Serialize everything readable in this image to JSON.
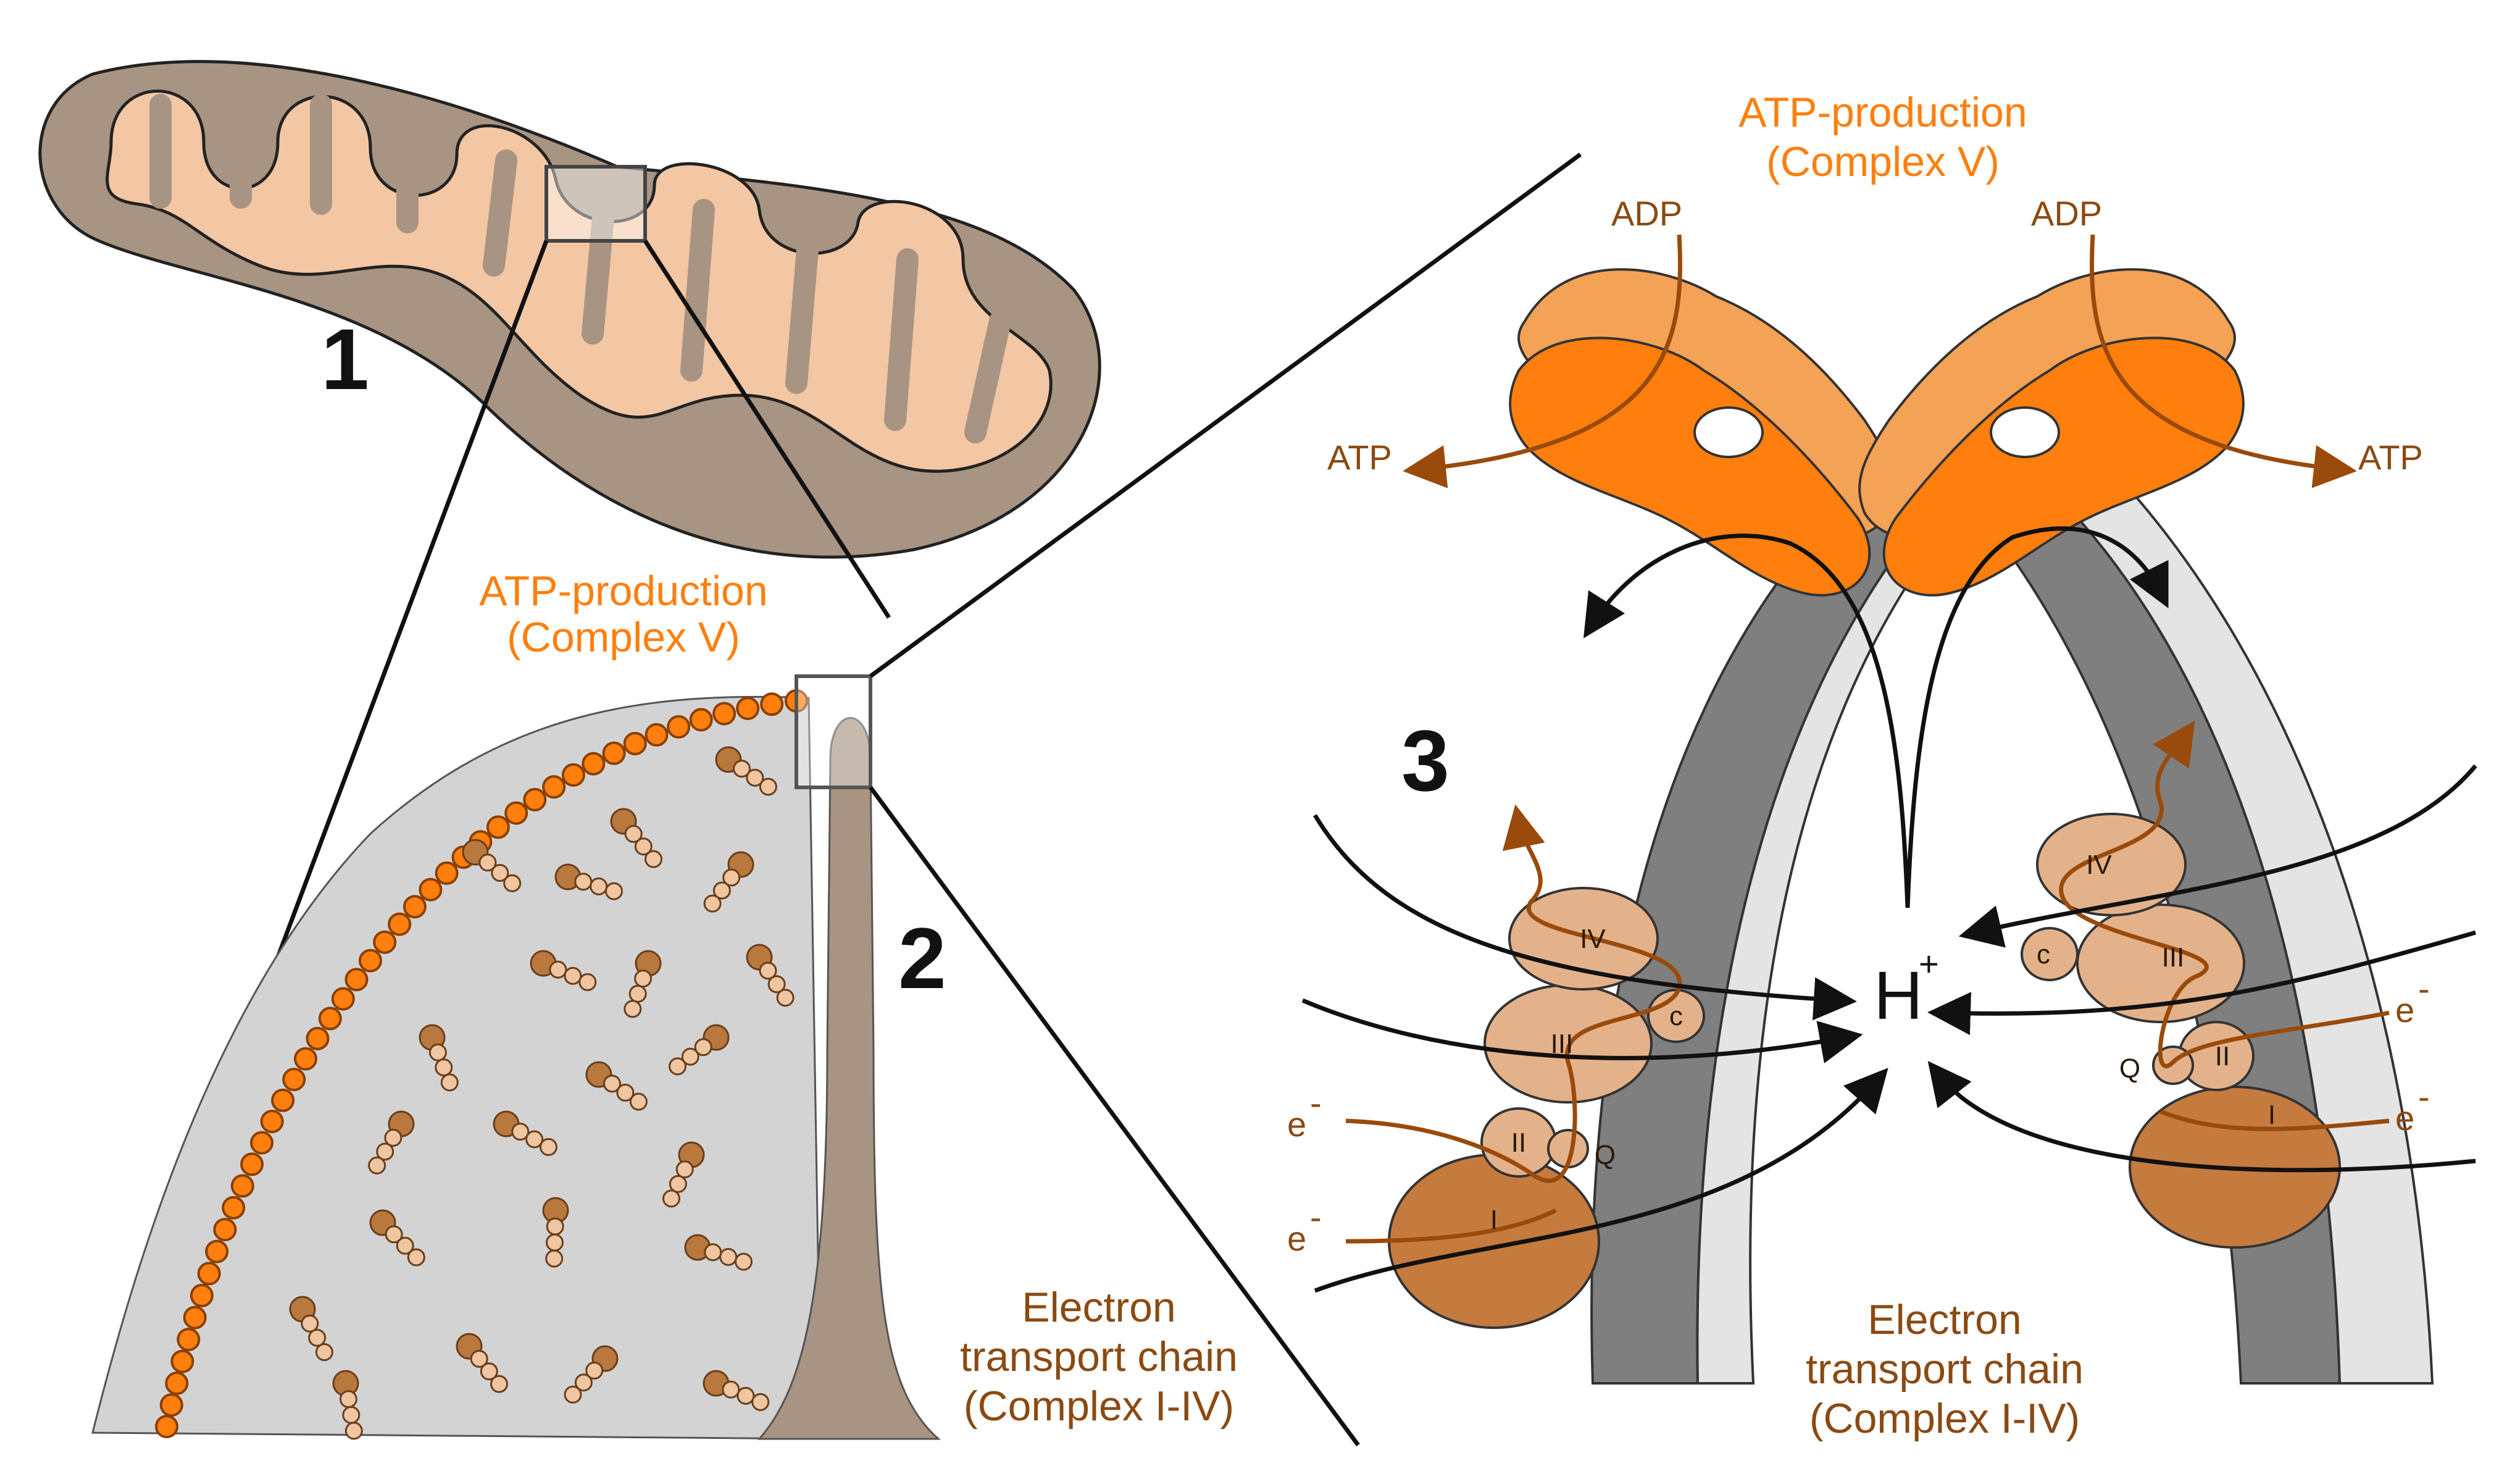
{
  "panels": {
    "one": "1",
    "two": "2",
    "three": "3"
  },
  "panel2": {
    "atp_title_line1": "ATP-production",
    "atp_title_line2": "(Complex V)",
    "etc_line1": "Electron",
    "etc_line2": "transport chain",
    "etc_line3": "(Complex I-IV)"
  },
  "panel3": {
    "atp_title_line1": "ATP-production",
    "atp_title_line2": "(Complex V)",
    "adp_left": "ADP",
    "adp_right": "ADP",
    "atp_left": "ATP",
    "atp_right": "ATP",
    "proton": "H",
    "proton_charge": "+",
    "electron": "e",
    "electron_charge": "-",
    "complex_I": "I",
    "complex_II": "II",
    "complex_III": "III",
    "complex_IV": "IV",
    "cytochrome_c": "c",
    "quinone": "Q",
    "etc_line1": "Electron",
    "etc_line2": "transport chain",
    "etc_line3": "(Complex I-IV)"
  },
  "colors": {
    "complex_v": "#ff7f0e",
    "complex_v_light": "#f4a255",
    "etc_text": "#8a4a12",
    "arrow_brown": "#9a4a0a",
    "matrix_brown": "#a08a78",
    "cristae_fill": "#f3c6a4",
    "membrane_dark": "#7a7a7a",
    "membrane_light": "#e6e6e6"
  }
}
